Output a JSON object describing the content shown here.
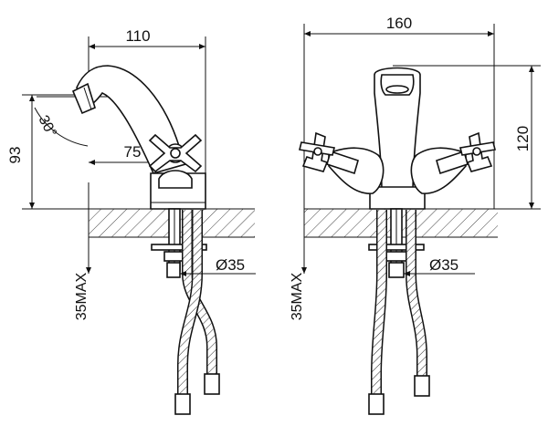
{
  "side_view": {
    "width_label": "110",
    "height_label": "93",
    "angle_label": "30°",
    "reach_label": "75",
    "hole_label": "Ø35",
    "max_thickness_label": "35MAX"
  },
  "front_view": {
    "width_label": "160",
    "height_label": "120",
    "hole_label": "Ø35",
    "max_thickness_label": "35MAX"
  }
}
